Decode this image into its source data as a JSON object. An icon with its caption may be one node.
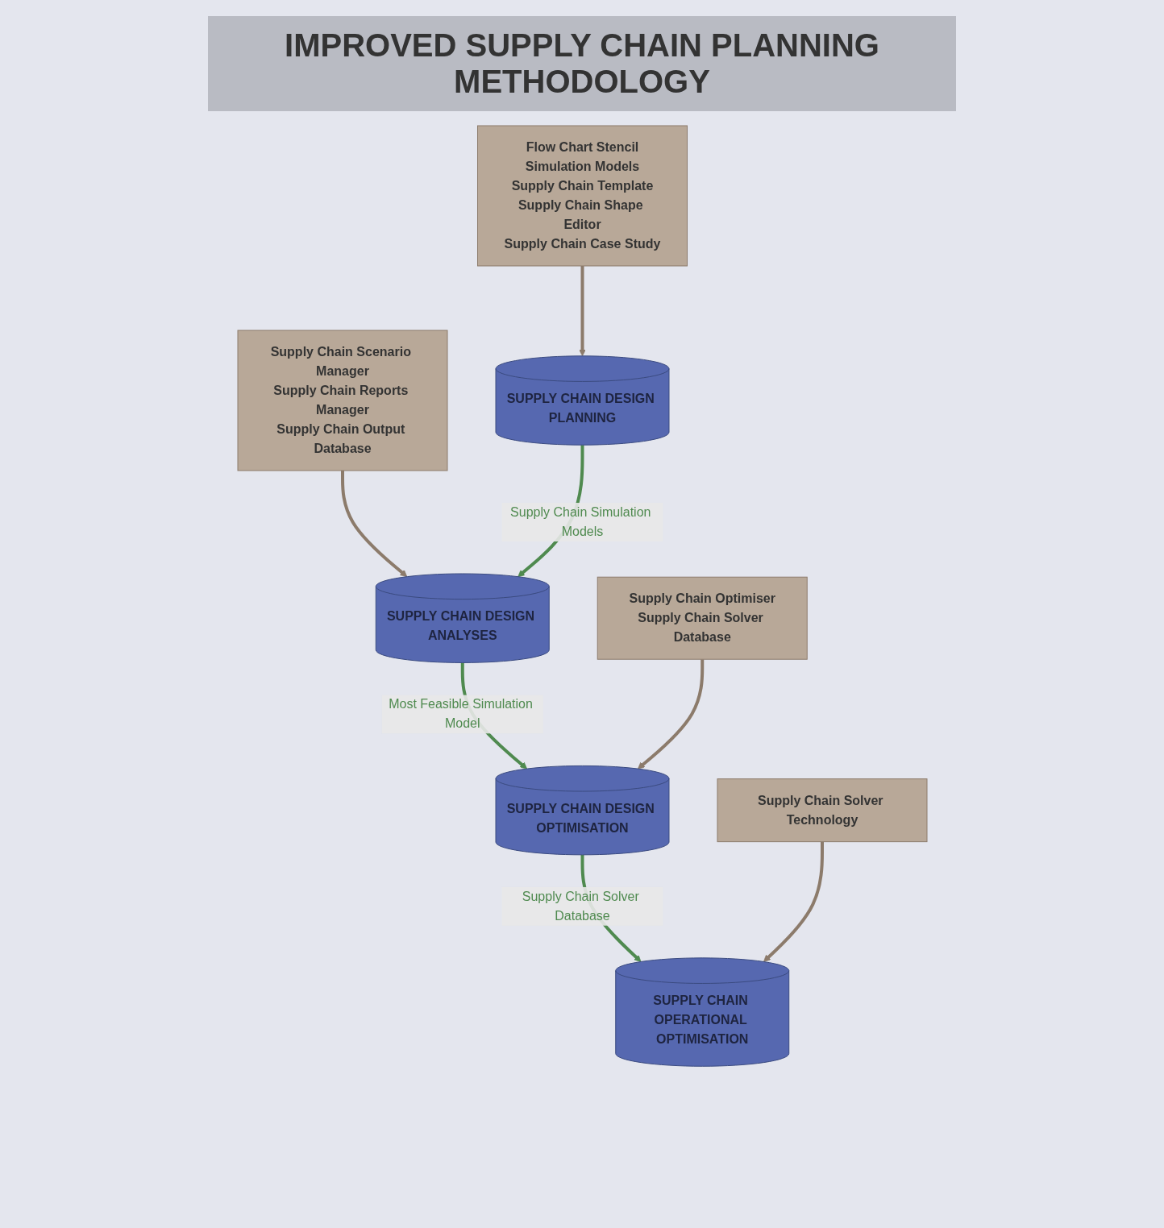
{
  "diagram": {
    "title": "IMPROVED SUPPLY CHAIN PLANNING METHODOLOGY",
    "nodes": [
      {
        "text": [
          "Flow Chart Stencil",
          "Simulation Models",
          "Supply Chain Template",
          "Supply Chain Shape Editor",
          "Supply Chain Case Study"
        ]
      },
      {
        "text": [
          "SUPPLY CHAIN DESIGN PLANNING"
        ]
      },
      {
        "text": [
          "Supply Chain Scenario Manager",
          "Supply Chain Reports Manager",
          "Supply Chain Output Database"
        ]
      },
      {
        "text": [
          "SUPPLY CHAIN DESIGN OPTIMISATION"
        ]
      },
      {
        "text": [
          "SUPPLY CHAIN DESIGN ANALYSES"
        ]
      },
      {
        "text": [
          "Supply Chain Optimiser",
          "Supply Chain Solver Database"
        ]
      },
      {
        "text": [
          "SUPPLY CHAIN OPERATIONAL OPTIMISATION"
        ]
      },
      {
        "text": [
          "Supply Chain Solver Technology"
        ]
      }
    ],
    "edges": [
      {
        "from": 0,
        "to": 1,
        "arrow": "to"
      },
      {
        "from": 2,
        "to": 4,
        "arrow": "to"
      },
      {
        "from": 1,
        "to": 4,
        "arrow": "to",
        "label": "Supply Chain Simulation Models",
        "color": "#4f8a4f"
      },
      {
        "from": 4,
        "to": 3,
        "arrow": "to",
        "label": "Most Feasible Simulation Model",
        "color": "#4f8a4f"
      },
      {
        "from": 3,
        "to": 6,
        "arrow": "to",
        "label": "Supply Chain Solver Database",
        "color": "#4f8a4f"
      },
      {
        "from": 5,
        "to": 3,
        "arrow": "to"
      },
      {
        "from": 7,
        "to": 6,
        "arrow": "to"
      }
    ]
  }
}
